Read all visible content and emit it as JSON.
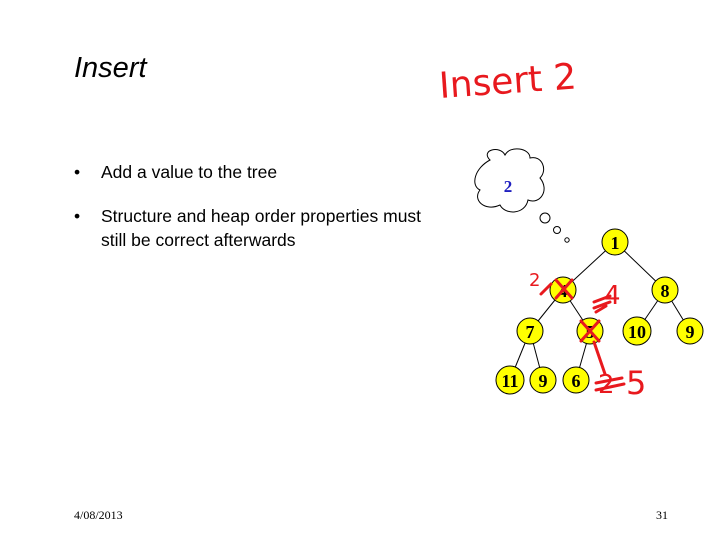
{
  "slide": {
    "title": "Insert",
    "bullets": [
      "Add a value to the tree",
      "Structure and heap order properties must still be correct afterwards"
    ],
    "bullet_symbol": "•",
    "footer": {
      "date": "4/08/2013",
      "page": "31"
    }
  },
  "thought_bubble": {
    "value": "2",
    "color": "#2020c0"
  },
  "heap_tree": {
    "node_fill": "#ffff00",
    "nodes": [
      {
        "id": "root",
        "label": "1"
      },
      {
        "id": "l",
        "label": "4"
      },
      {
        "id": "r",
        "label": "8"
      },
      {
        "id": "ll",
        "label": "7"
      },
      {
        "id": "lr",
        "label": "5"
      },
      {
        "id": "rl",
        "label": "10"
      },
      {
        "id": "rr",
        "label": "9"
      },
      {
        "id": "lll",
        "label": "11"
      },
      {
        "id": "llr",
        "label": "9"
      },
      {
        "id": "lrl",
        "label": "6"
      }
    ]
  },
  "annotations": {
    "color": "#e8191e",
    "heading": "Insert 2",
    "near_4": "2",
    "near_5": "4",
    "bottom_right": "5",
    "bottom_right_struck": "2"
  }
}
